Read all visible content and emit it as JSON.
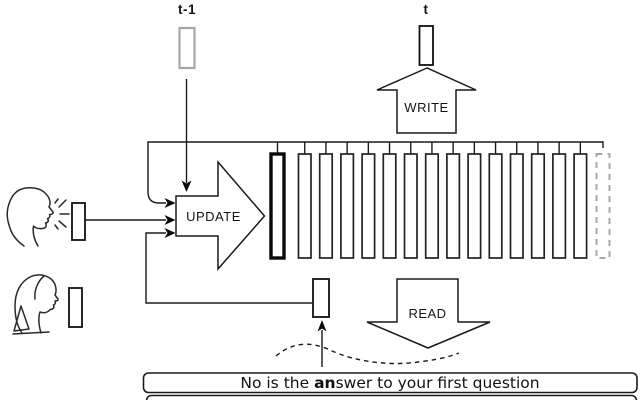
{
  "diagram": {
    "title_hint": "dialogue memory architecture figure",
    "labels": {
      "prev_time": "t-1",
      "curr_time": "t",
      "write": "WRITE",
      "update": "UPDATE",
      "read": "READ"
    },
    "sentence": {
      "prefix": "No is the ",
      "bold": "an",
      "suffix": "swer to your first question"
    },
    "memory": {
      "slot_count_total": 16,
      "regular_slot_count": 14,
      "first_slot_style": "bold",
      "last_slot_style": "dashed-gray"
    },
    "icons": {
      "left_top": "speaking-person-icon",
      "left_bottom": "listener-person-icon"
    },
    "colors": {
      "line": "#1a1a1a",
      "muted_gray": "#a8a8a8",
      "background": "#ffffff"
    }
  }
}
